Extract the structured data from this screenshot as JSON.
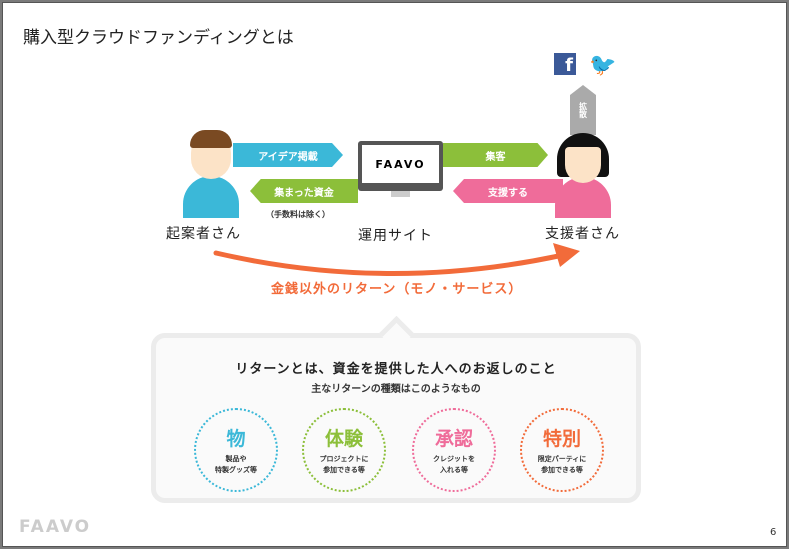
{
  "title": "購入型クラウドファンディングとは",
  "arrows": {
    "idea": "アイデア掲載",
    "funds": "集まった資金",
    "fee_note": "（手数料は除く）",
    "attract": "集客",
    "support": "支援する",
    "spread": "拡散"
  },
  "labels": {
    "creator": "起案者さん",
    "site": "運用サイト",
    "supporter": "支援者さん"
  },
  "logo": "FAAVO",
  "return_line": "金銭以外のリターン（モノ・サービス）",
  "box": {
    "heading": "リターンとは、資金を提供した人へのお返しのこと",
    "sub": "主なリターンの種類はこのようなもの",
    "items": [
      {
        "title": "物",
        "l1": "製品や",
        "l2": "特製グッズ等",
        "color": "#3bb8d8"
      },
      {
        "title": "体験",
        "l1": "プロジェクトに",
        "l2": "参加できる等",
        "color": "#8cbf3a"
      },
      {
        "title": "承認",
        "l1": "クレジットを",
        "l2": "入れる等",
        "color": "#ef6c9a"
      },
      {
        "title": "特別",
        "l1": "限定パーティに",
        "l2": "参加できる等",
        "color": "#f26b3a"
      }
    ]
  },
  "page_number": "6"
}
